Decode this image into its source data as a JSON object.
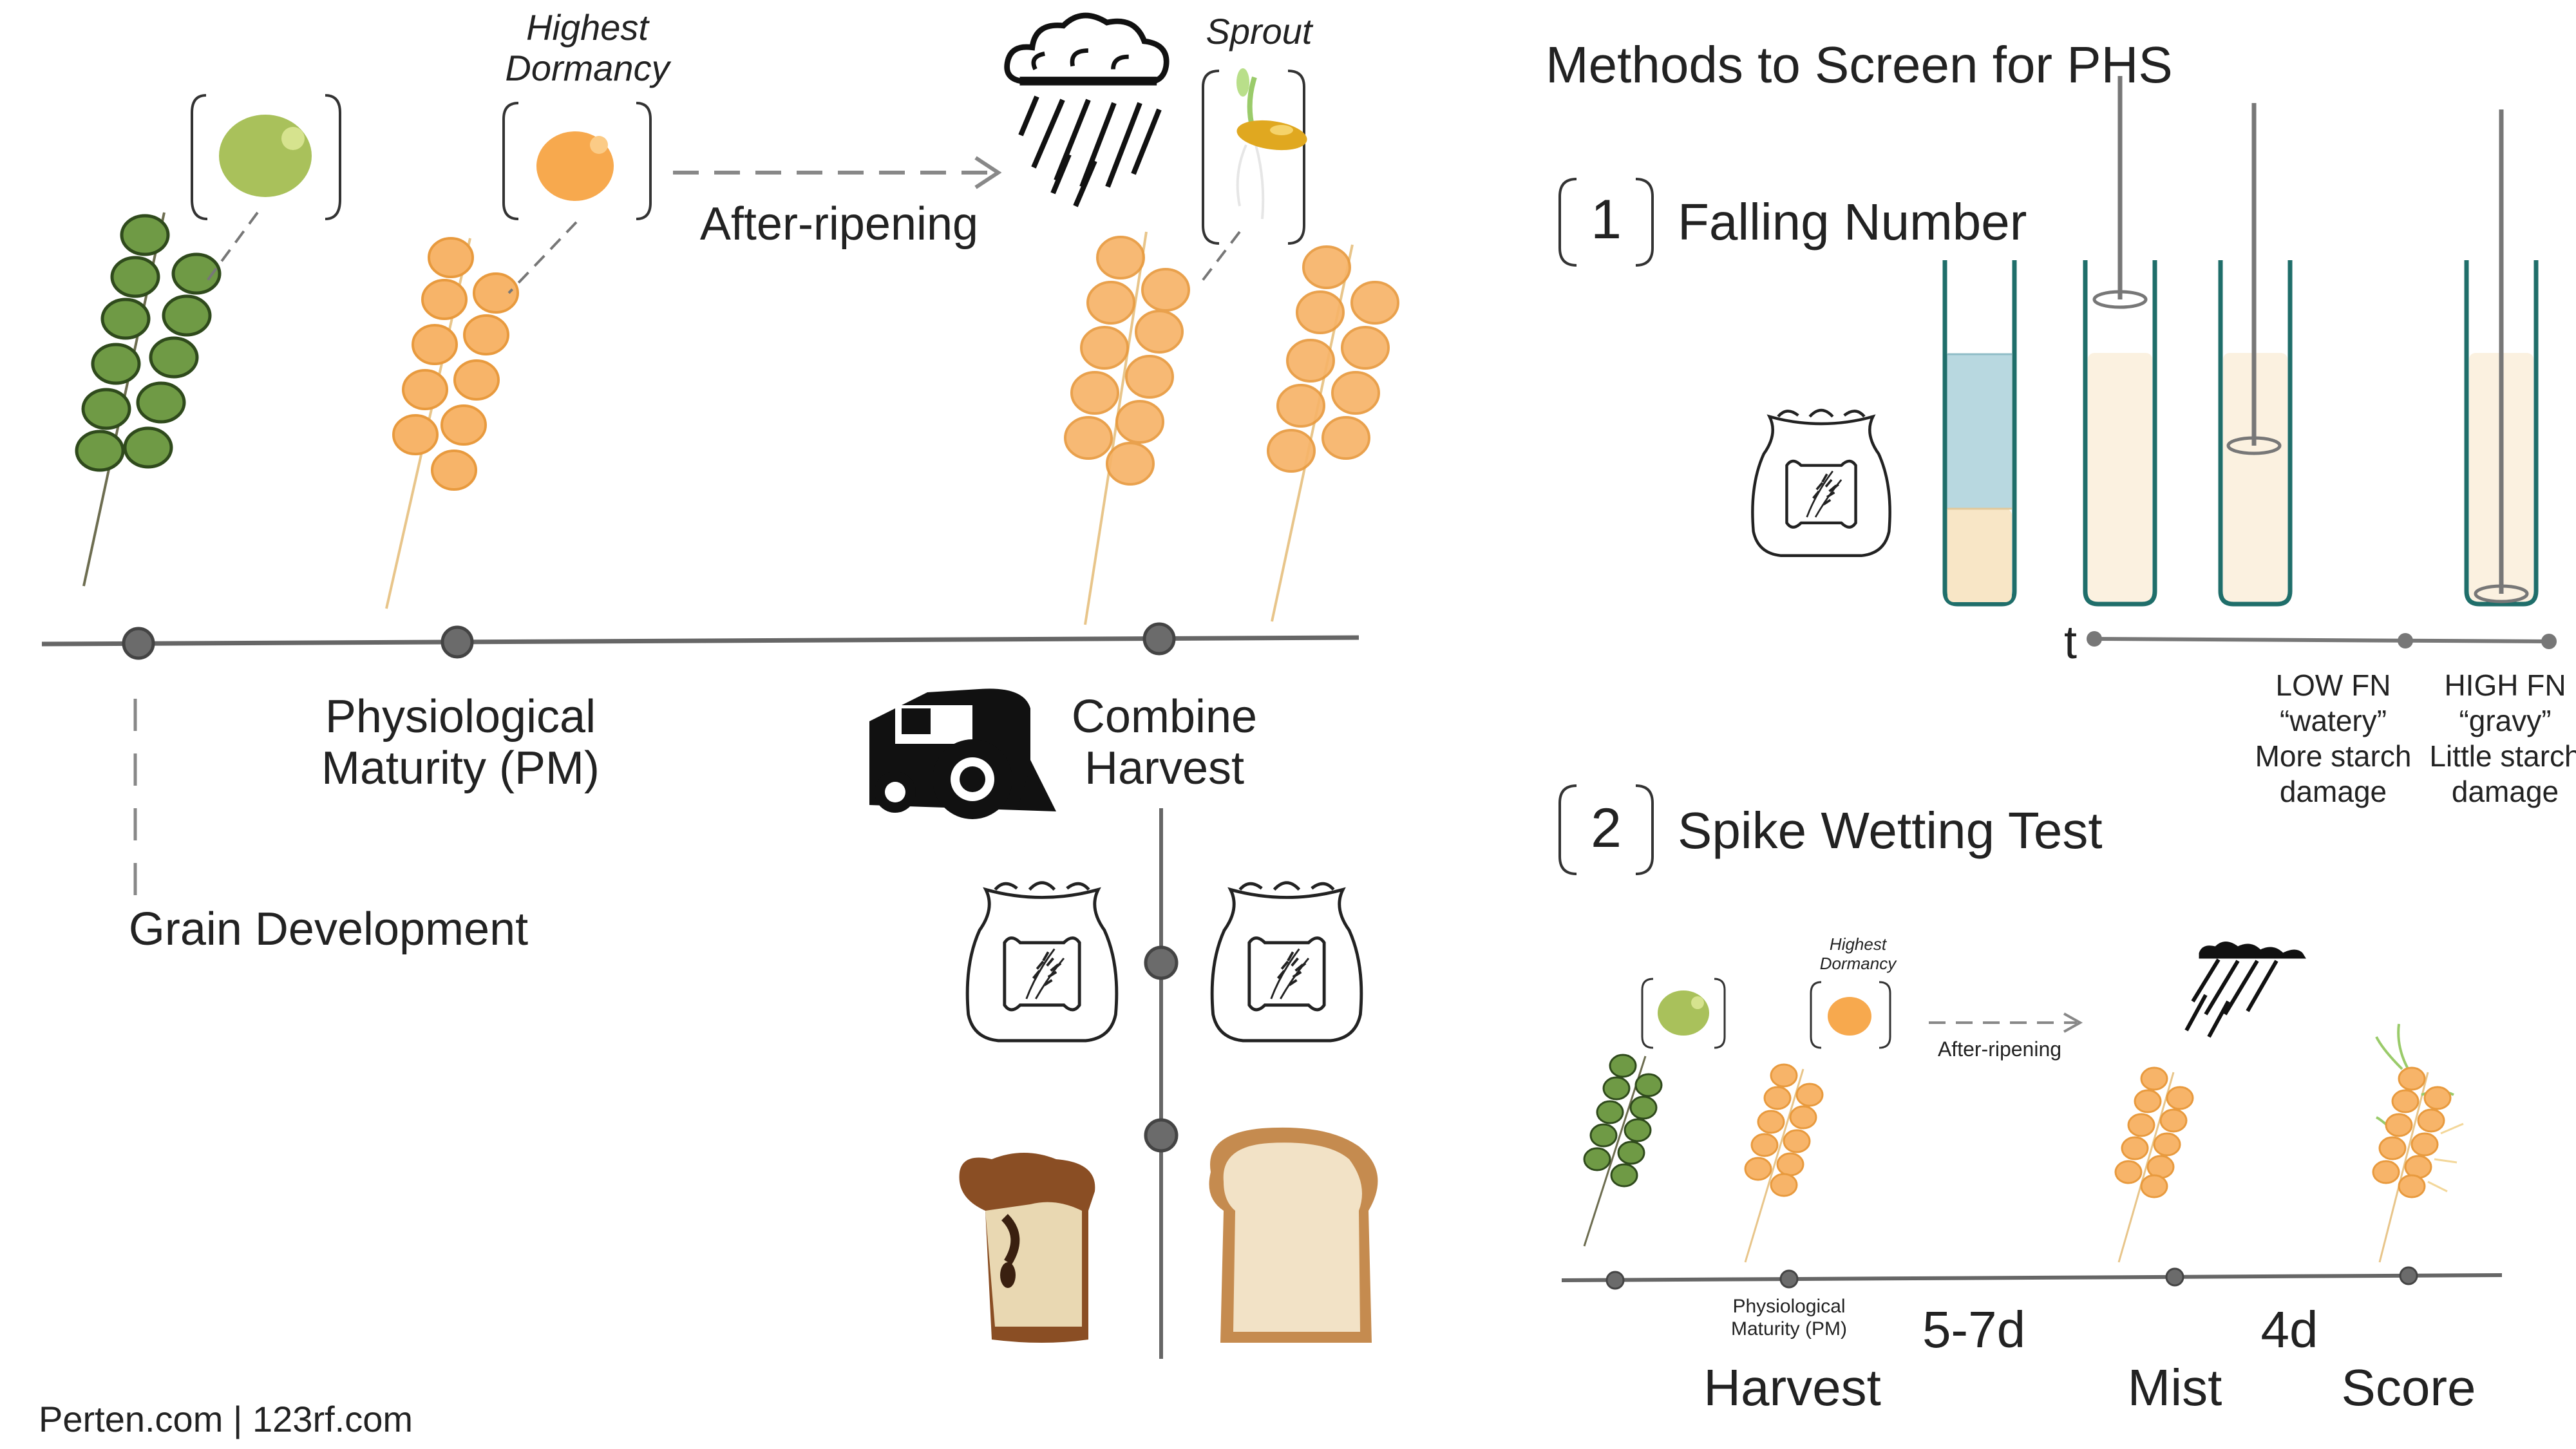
{
  "colors": {
    "green_grain": "#6f9a45",
    "green_grain_dark": "#2f4a1c",
    "orange_grain": "#f7b469",
    "orange_grain_dark": "#e89a3e",
    "sprout_green": "#9acb6a",
    "water_blue": "#b8d8e0",
    "flour_cream": "#f8e6c6",
    "tube_teal": "#1f6e6a",
    "timeline_gray": "#666666",
    "dot_gray": "#6b6b6b",
    "rain_black": "#111111"
  },
  "icons": [
    "wheat-spike-icon",
    "seed-icon",
    "storm-cloud-icon",
    "rain-icon",
    "combine-harvester-icon",
    "grain-sack-icon",
    "bread-slice-icon",
    "test-tube-icon",
    "plunger-icon",
    "sprout-icon"
  ],
  "left": {
    "highest_dormancy": [
      "Highest",
      "Dormancy"
    ],
    "sprout_label": "Sprout",
    "after_ripening": "After-ripening",
    "physiological_maturity": [
      "Physiological",
      "Maturity (PM)"
    ],
    "combine_harvest": [
      "Combine",
      "Harvest"
    ],
    "grain_development": "Grain Development"
  },
  "right": {
    "title": "Methods to Screen for PHS",
    "method1_number": "1",
    "method1_label": "Falling Number",
    "t_label": "t",
    "low_fn": [
      "LOW FN",
      "“watery”",
      "More starch",
      "damage"
    ],
    "high_fn": [
      "HIGH FN",
      "“gravy”",
      "Little starch",
      "damage"
    ],
    "method2_number": "2",
    "method2_label": "Spike Wetting Test",
    "mini_highest_dormancy": [
      "Highest",
      "Dormancy"
    ],
    "mini_after_ripening": "After-ripening",
    "mini_pm": [
      "Physiological",
      "Maturity (PM)"
    ],
    "step_5_7d": "5-7d",
    "step_4d": "4d",
    "harvest": "Harvest",
    "mist": "Mist",
    "score": "Score"
  },
  "credit": "Perten.com |  123rf.com"
}
